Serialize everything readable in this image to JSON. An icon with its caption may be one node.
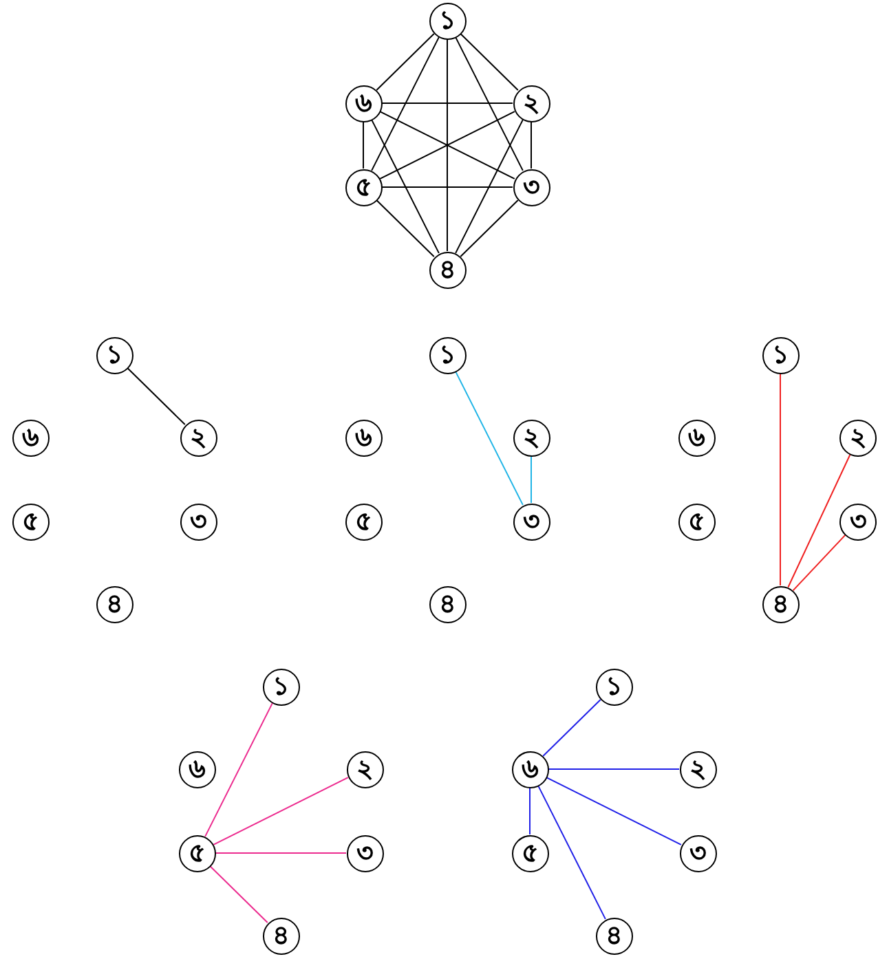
{
  "diagram": {
    "nodes": [
      {
        "text": [
          "১"
        ]
      },
      {
        "text": [
          "৬"
        ]
      },
      {
        "text": [
          "২"
        ]
      },
      {
        "text": [
          "৫"
        ]
      },
      {
        "text": [
          "৩"
        ]
      },
      {
        "text": [
          "৪"
        ]
      },
      {
        "text": [
          "১"
        ]
      },
      {
        "text": [
          "৬"
        ]
      },
      {
        "text": [
          "২"
        ]
      },
      {
        "text": [
          "৫"
        ]
      },
      {
        "text": [
          "৩"
        ]
      },
      {
        "text": [
          "৪"
        ]
      },
      {
        "text": [
          "১"
        ]
      },
      {
        "text": [
          "৬"
        ]
      },
      {
        "text": [
          "২"
        ]
      },
      {
        "text": [
          "৫"
        ]
      },
      {
        "text": [
          "৩"
        ]
      },
      {
        "text": [
          "৪"
        ]
      },
      {
        "text": [
          "১"
        ]
      },
      {
        "text": [
          "৬"
        ]
      },
      {
        "text": [
          "২"
        ]
      },
      {
        "text": [
          "৫"
        ]
      },
      {
        "text": [
          "৩"
        ]
      },
      {
        "text": [
          "৪"
        ]
      },
      {
        "text": [
          "১"
        ]
      },
      {
        "text": [
          "৬"
        ]
      },
      {
        "text": [
          "২"
        ]
      },
      {
        "text": [
          "৫"
        ]
      },
      {
        "text": [
          "৩"
        ]
      },
      {
        "text": [
          "৪"
        ]
      },
      {
        "text": [
          "১"
        ]
      },
      {
        "text": [
          "৬"
        ]
      },
      {
        "text": [
          "২"
        ]
      },
      {
        "text": [
          "৫"
        ]
      },
      {
        "text": [
          "৩"
        ]
      },
      {
        "text": [
          "৪"
        ]
      }
    ],
    "edges": [
      {
        "from": 0,
        "to": 1,
        "arrow": "none"
      },
      {
        "from": 0,
        "to": 2,
        "arrow": "none"
      },
      {
        "from": 0,
        "to": 3,
        "arrow": "none"
      },
      {
        "from": 0,
        "to": 4,
        "arrow": "none"
      },
      {
        "from": 0,
        "to": 5,
        "arrow": "none"
      },
      {
        "from": 1,
        "to": 2,
        "arrow": "none"
      },
      {
        "from": 1,
        "to": 3,
        "arrow": "none"
      },
      {
        "from": 1,
        "to": 4,
        "arrow": "none"
      },
      {
        "from": 1,
        "to": 5,
        "arrow": "none"
      },
      {
        "from": 2,
        "to": 3,
        "arrow": "none"
      },
      {
        "from": 2,
        "to": 4,
        "arrow": "none"
      },
      {
        "from": 2,
        "to": 5,
        "arrow": "none"
      },
      {
        "from": 3,
        "to": 4,
        "arrow": "none"
      },
      {
        "from": 3,
        "to": 5,
        "arrow": "none"
      },
      {
        "from": 4,
        "to": 5,
        "arrow": "none"
      },
      {
        "from": 6,
        "to": 8,
        "arrow": "none"
      },
      {
        "from": 12,
        "to": 16,
        "arrow": "none",
        "color": "#1fb4e6"
      },
      {
        "from": 14,
        "to": 16,
        "arrow": "none",
        "color": "#1fb4e6"
      },
      {
        "from": 18,
        "to": 23,
        "arrow": "none",
        "color": "#f02020"
      },
      {
        "from": 20,
        "to": 23,
        "arrow": "none",
        "color": "#f02020"
      },
      {
        "from": 22,
        "to": 23,
        "arrow": "none",
        "color": "#f02020"
      },
      {
        "from": 27,
        "to": 24,
        "arrow": "none",
        "color": "#ec2a8e"
      },
      {
        "from": 27,
        "to": 26,
        "arrow": "none",
        "color": "#ec2a8e"
      },
      {
        "from": 27,
        "to": 28,
        "arrow": "none",
        "color": "#ec2a8e"
      },
      {
        "from": 27,
        "to": 29,
        "arrow": "none",
        "color": "#ec2a8e"
      },
      {
        "from": 31,
        "to": 30,
        "arrow": "none",
        "color": "#2020e8"
      },
      {
        "from": 31,
        "to": 32,
        "arrow": "none",
        "color": "#2020e8"
      },
      {
        "from": 31,
        "to": 33,
        "arrow": "none",
        "color": "#2020e8"
      },
      {
        "from": 31,
        "to": 34,
        "arrow": "none",
        "color": "#2020e8"
      },
      {
        "from": 31,
        "to": 35,
        "arrow": "none",
        "color": "#2020e8"
      }
    ]
  }
}
